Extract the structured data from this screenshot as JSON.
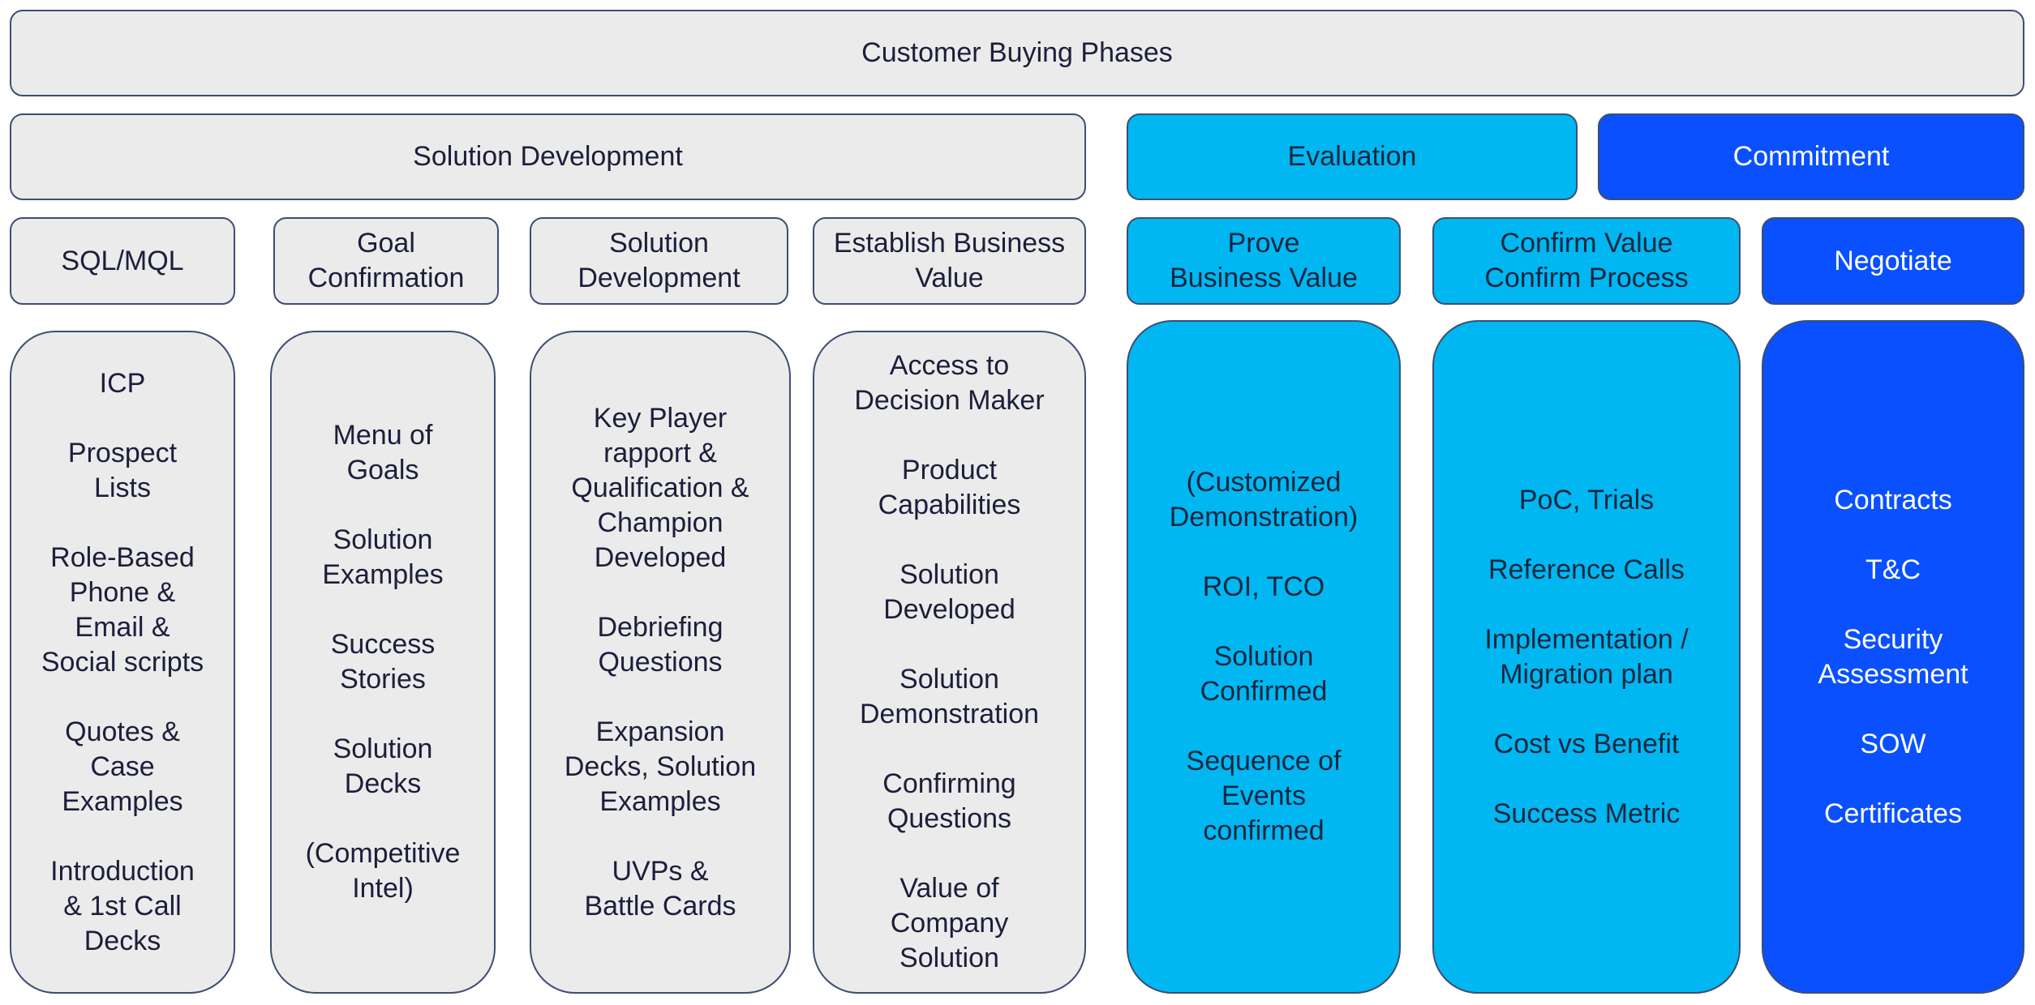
{
  "title": "Customer Buying Phases",
  "colors": {
    "gray": "#ebebeb",
    "cyan": "#00b7f1",
    "blue": "#0a50ff",
    "border": "#3d4e72"
  },
  "phases": [
    {
      "label": "Solution Development"
    },
    {
      "label": "Evaluation"
    },
    {
      "label": "Commitment"
    }
  ],
  "stages": [
    {
      "lines": [
        "SQL/MQL"
      ]
    },
    {
      "lines": [
        "Goal",
        "Confirmation"
      ]
    },
    {
      "lines": [
        "Solution",
        "Development"
      ]
    },
    {
      "lines": [
        "Establish Business",
        "Value"
      ]
    },
    {
      "lines": [
        "Prove",
        "Business Value"
      ]
    },
    {
      "lines": [
        "Confirm Value",
        "Confirm Process"
      ]
    },
    {
      "lines": [
        "Negotiate"
      ]
    }
  ],
  "columns": [
    {
      "items": [
        [
          "ICP"
        ],
        [
          "Prospect",
          "Lists"
        ],
        [
          "Role-Based",
          "Phone &",
          "Email &",
          "Social scripts"
        ],
        [
          "Quotes &",
          "Case",
          "Examples"
        ],
        [
          "Introduction",
          "& 1st Call",
          "Decks"
        ]
      ]
    },
    {
      "items": [
        [
          "Menu of",
          "Goals"
        ],
        [
          "Solution",
          "Examples"
        ],
        [
          "Success",
          "Stories"
        ],
        [
          "Solution",
          "Decks"
        ],
        [
          "(Competitive",
          "Intel)"
        ]
      ]
    },
    {
      "items": [
        [
          "Key Player",
          "rapport &",
          "Qualification &",
          "Champion",
          "Developed"
        ],
        [
          "Debriefing",
          "Questions"
        ],
        [
          "Expansion",
          "Decks, Solution",
          "Examples"
        ],
        [
          "UVPs &",
          "Battle Cards"
        ]
      ]
    },
    {
      "items": [
        [
          "Access to",
          "Decision Maker"
        ],
        [
          "Product",
          "Capabilities"
        ],
        [
          "Solution",
          "Developed"
        ],
        [
          "Solution",
          "Demonstration"
        ],
        [
          "Confirming",
          "Questions"
        ],
        [
          "Value of",
          "Company",
          "Solution"
        ]
      ]
    },
    {
      "items": [
        [
          "(Customized",
          "Demonstration)"
        ],
        [
          "ROI, TCO"
        ],
        [
          "Solution",
          "Confirmed"
        ],
        [
          "Sequence of",
          "Events",
          "confirmed"
        ]
      ]
    },
    {
      "items": [
        [
          "PoC, Trials"
        ],
        [
          "Reference Calls"
        ],
        [
          "Implementation /",
          "Migration plan"
        ],
        [
          "Cost vs Benefit"
        ],
        [
          "Success Metric"
        ]
      ]
    },
    {
      "items": [
        [
          "Contracts"
        ],
        [
          "T&C"
        ],
        [
          "Security",
          "Assessment"
        ],
        [
          "SOW"
        ],
        [
          "Certificates"
        ]
      ]
    }
  ]
}
